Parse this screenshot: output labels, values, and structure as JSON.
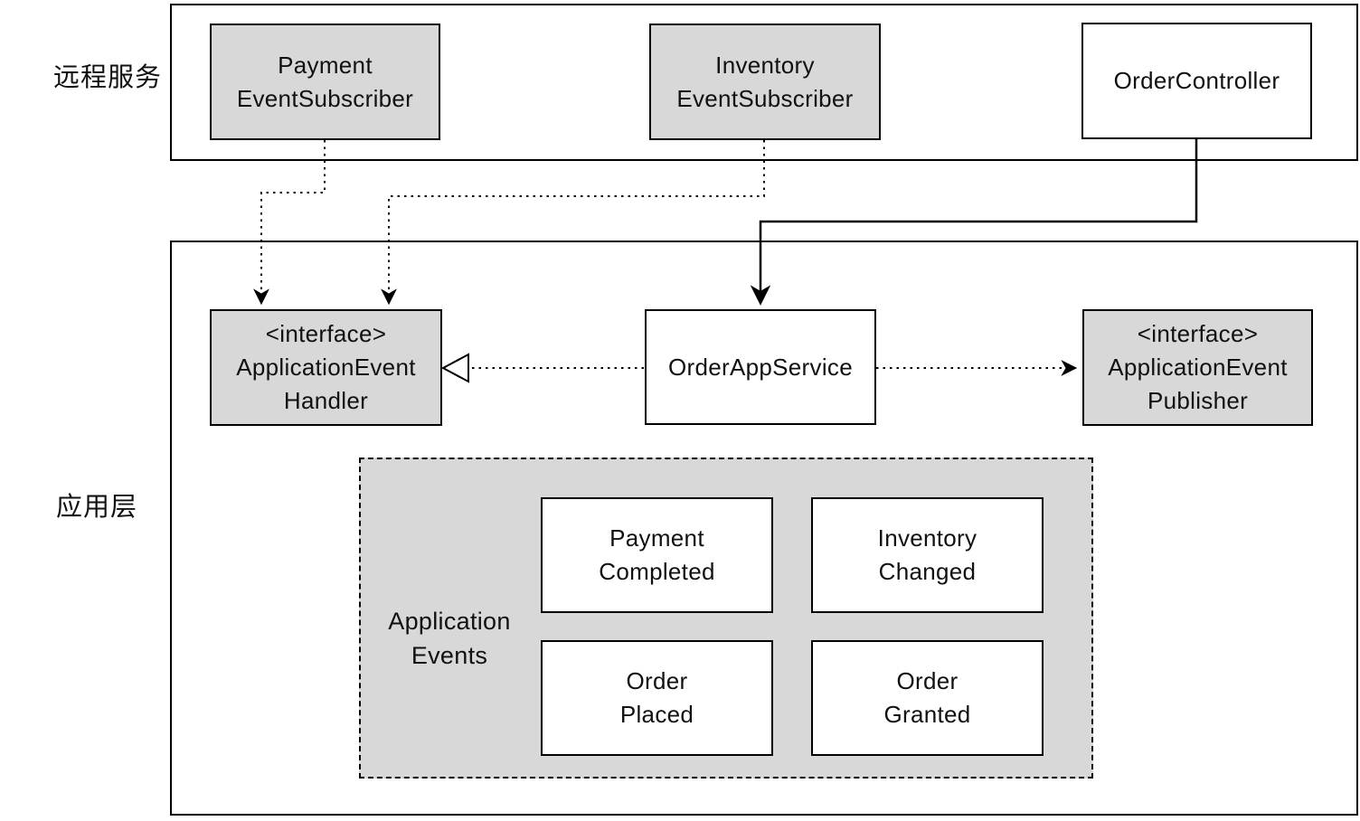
{
  "layers": {
    "remote": {
      "label": "远程服务"
    },
    "application": {
      "label": "应用层"
    }
  },
  "nodes": {
    "payment_subscriber": {
      "line1": "Payment",
      "line2": "EventSubscriber"
    },
    "inventory_subscriber": {
      "line1": "Inventory",
      "line2": "EventSubscriber"
    },
    "order_controller": {
      "label": "OrderController"
    },
    "app_event_handler": {
      "line1": "<interface>",
      "line2": "ApplicationEvent",
      "line3": "Handler"
    },
    "order_app_service": {
      "label": "OrderAppService"
    },
    "app_event_publisher": {
      "line1": "<interface>",
      "line2": "ApplicationEvent",
      "line3": "Publisher"
    },
    "payment_completed": {
      "line1": "Payment",
      "line2": "Completed"
    },
    "inventory_changed": {
      "line1": "Inventory",
      "line2": "Changed"
    },
    "order_placed": {
      "line1": "Order",
      "line2": "Placed"
    },
    "order_granted": {
      "line1": "Order",
      "line2": "Granted"
    }
  },
  "groups": {
    "application_events": {
      "line1": "Application",
      "line2": "Events"
    }
  },
  "colors": {
    "node_fill_gray": "#d8d8d8",
    "node_fill_white": "#ffffff",
    "line": "#000000",
    "text": "#111111",
    "background": "#ffffff"
  }
}
